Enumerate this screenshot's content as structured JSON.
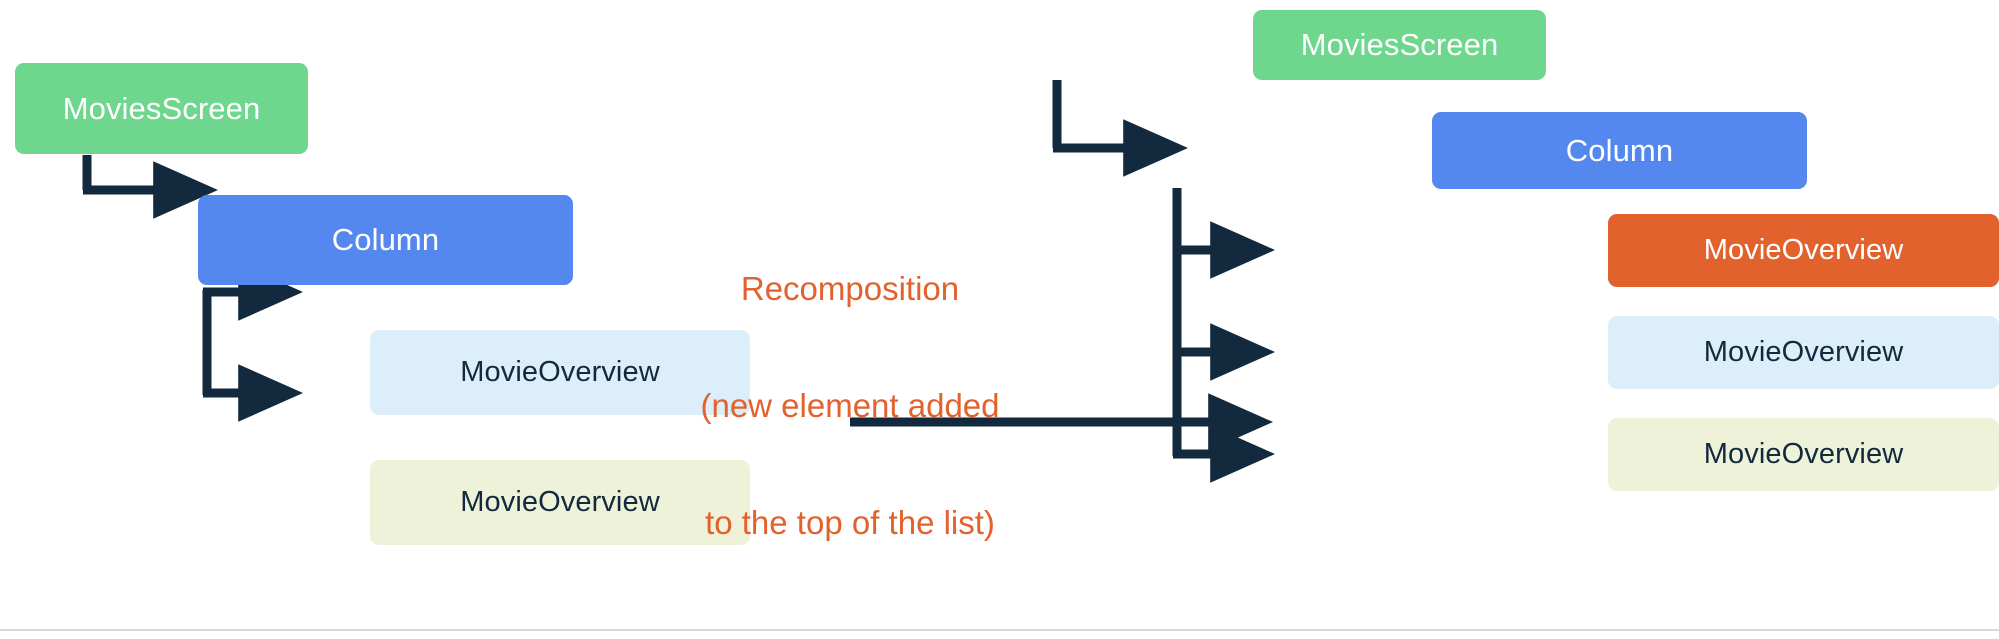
{
  "diagram": {
    "title": "Compose recomposition of a list",
    "type": "ui-tree-comparison",
    "colors": {
      "screen_node": "#6ed68d",
      "column_node": "#5588ee",
      "new_item_node": "#e2622e",
      "item_node_blue": "#ddeefb",
      "item_node_lime": "#eef2d8",
      "edge": "#13293d",
      "caption": "#e2622e",
      "background": "#ffffff",
      "rule": "#d4d7dc"
    },
    "before": {
      "root": {
        "label": "MoviesScreen"
      },
      "column": {
        "label": "Column"
      },
      "items": [
        {
          "label": "MovieOverview",
          "variant": "blue"
        },
        {
          "label": "MovieOverview",
          "variant": "lime"
        }
      ]
    },
    "transition": {
      "caption_line_1": "Recomposition",
      "caption_line_2": "(new element added",
      "caption_line_3": "to the top of the list)",
      "arrow": "right-arrow"
    },
    "after": {
      "root": {
        "label": "MoviesScreen"
      },
      "column": {
        "label": "Column"
      },
      "items": [
        {
          "label": "MovieOverview",
          "variant": "orange"
        },
        {
          "label": "MovieOverview",
          "variant": "blue"
        },
        {
          "label": "MovieOverview",
          "variant": "lime"
        }
      ]
    }
  }
}
